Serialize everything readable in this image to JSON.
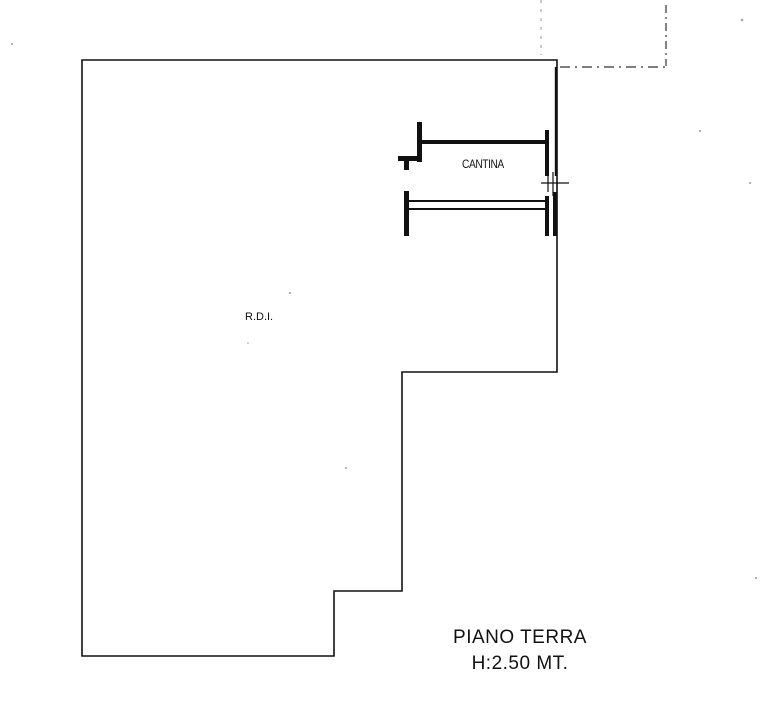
{
  "rooms": {
    "cantina": "CANTINA",
    "rdi": "R.D.I."
  },
  "floor": {
    "name": "PIANO TERRA",
    "height": "H:2.50 MT."
  },
  "colors": {
    "ink": "#111111",
    "paper": "#ffffff",
    "faint": "#9a9a9a"
  }
}
